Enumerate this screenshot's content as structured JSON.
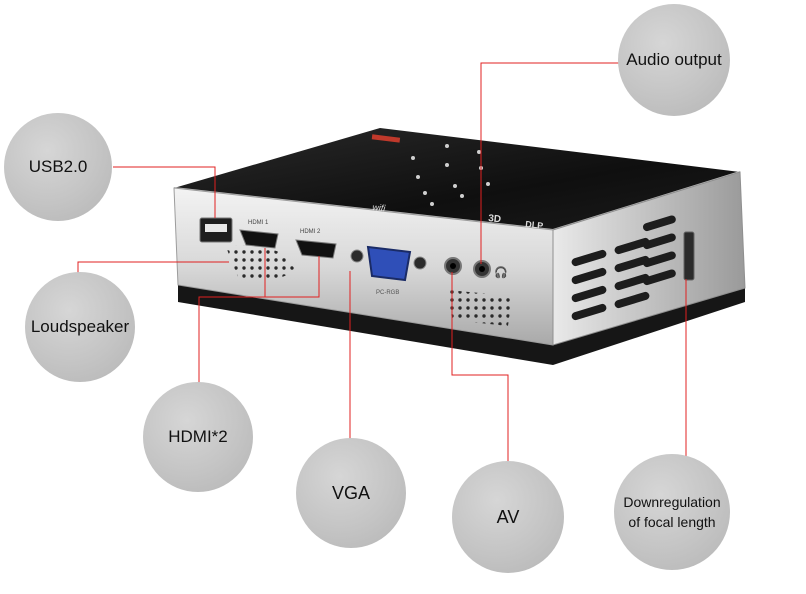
{
  "labels": {
    "audio_output": "Audio output",
    "usb": "USB2.0",
    "loudspeaker": "Loudspeaker",
    "hdmi": "HDMI*2",
    "vga": "VGA",
    "av": "AV",
    "focal": "Downregulation of focal length"
  },
  "device_text": {
    "hdmi1": "HDMI 1",
    "hdmi2": "HDMI 2",
    "vga_port": "PC-RGB",
    "dlp": "DLP",
    "wifi": "wifi",
    "three_d": "3D"
  },
  "colors": {
    "leader_line": "#e02020",
    "bubble_fill": "#c4c4c4",
    "body_silver": "#cfcfcf",
    "top_black": "#151515",
    "vga_blue": "#2f4fb8"
  }
}
